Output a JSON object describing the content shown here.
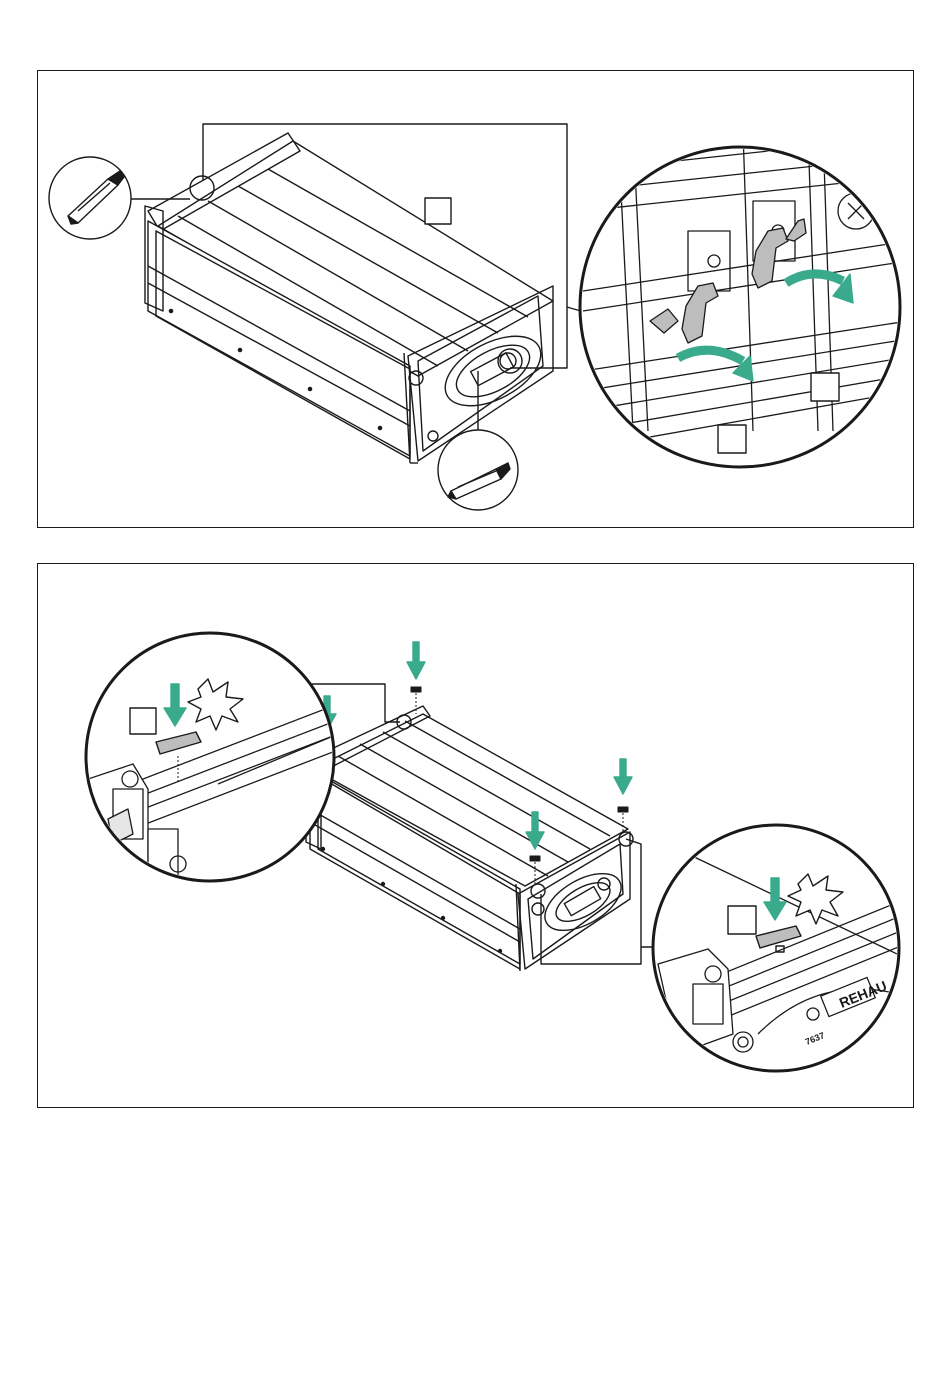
{
  "page": {
    "background": "#ffffff",
    "accent_color": "#3aaa8c",
    "line_color": "#1a1a1a",
    "fill_light": "#e6e6e6",
    "fill_mid": "#bdbdbd"
  },
  "panel_top": {
    "icons": [
      "utility-knife-icon",
      "utility-knife-icon",
      "release-arrow-icon",
      "release-arrow-icon"
    ],
    "step_boxes": 3
  },
  "panel_bottom": {
    "icons": [
      "down-arrow-icon",
      "down-arrow-icon",
      "down-arrow-icon",
      "down-arrow-icon",
      "down-arrow-icon",
      "down-arrow-icon",
      "click-burst-icon",
      "click-burst-icon"
    ],
    "step_boxes": 2,
    "brand_text": "REHAU",
    "part_text": "7637"
  }
}
